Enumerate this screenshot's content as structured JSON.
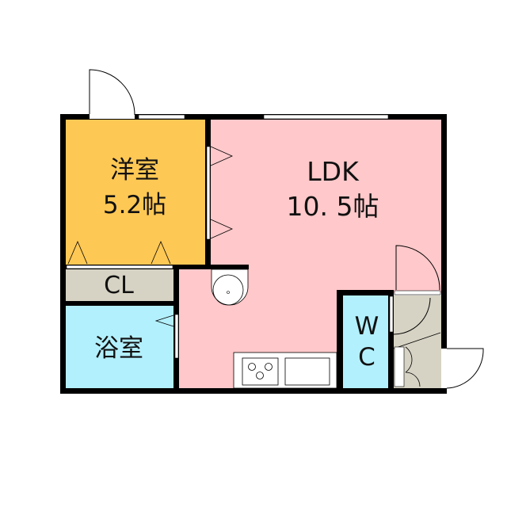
{
  "rooms": {
    "western": {
      "name": "洋室",
      "size": "5.2帖",
      "color": "#FEC855"
    },
    "ldk": {
      "name": "LDK",
      "size": "10. 5帖",
      "color": "#FFC8CA"
    },
    "closet": {
      "name": "CL",
      "color": "#D6D3C4"
    },
    "bath": {
      "name": "浴室",
      "color": "#B3F0FD"
    },
    "wc": {
      "name_line1": "W",
      "name_line2": "C",
      "color": "#B3F0FD"
    },
    "entrance": {
      "color": "#D6D3C4"
    }
  }
}
